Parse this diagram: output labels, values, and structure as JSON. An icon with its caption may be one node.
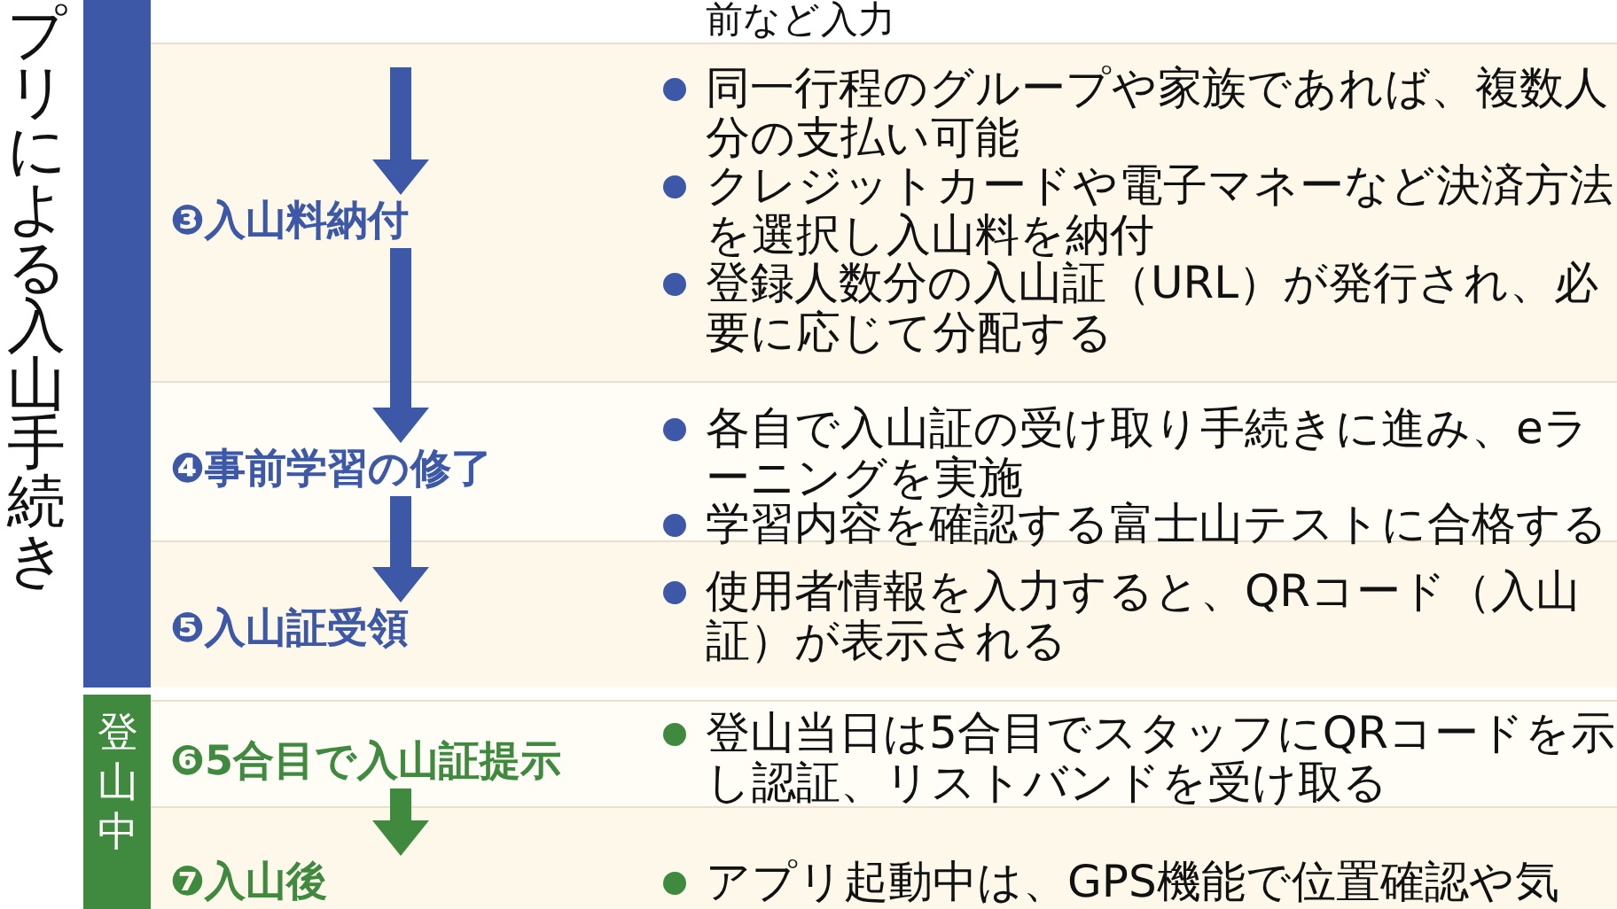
{
  "diagram": {
    "title": "プリによる入山手続き",
    "nodes": [
      {
        "text": [],
        "shape": "bar"
      },
      {
        "text": [
          "登山中"
        ]
      },
      {
        "text": [
          "❸入山料納付"
        ]
      },
      {
        "text": [
          "❹事前学習の修了"
        ]
      },
      {
        "text": [
          "❺入山証受領"
        ]
      },
      {
        "text": [
          "❻5合目で入山証提示"
        ]
      },
      {
        "text": [
          "❼入山後"
        ]
      }
    ],
    "edges": [
      {
        "from": null,
        "to": 2,
        "arrow": "to"
      },
      {
        "from": 2,
        "to": 3,
        "arrow": "to"
      },
      {
        "from": 3,
        "to": 4,
        "arrow": "to"
      },
      {
        "from": 5,
        "to": 6,
        "arrow": "to",
        "color": "#3f8a3f"
      }
    ],
    "labels": [
      "前など入力",
      "同一行程のグループや家族であれば、複数人分の支払い可能",
      "クレジットカードや電子マネーなど決済方法を選択し入山料を納付",
      "登録人数分の入山証（URL）が発行され、必要に応じて分配する",
      "各自で入山証の受け取り手続きに進み、eラーニングを実施",
      "学習内容を確認する富士山テストに合格する",
      "使用者情報を入力すると、QRコード（入山証）が表示される",
      "登山当日は5合目でスタッフにQRコードを示し認証、リストバンドを受け取る",
      "アプリ起動中は、GPS機能で位置確認や気"
    ]
  }
}
